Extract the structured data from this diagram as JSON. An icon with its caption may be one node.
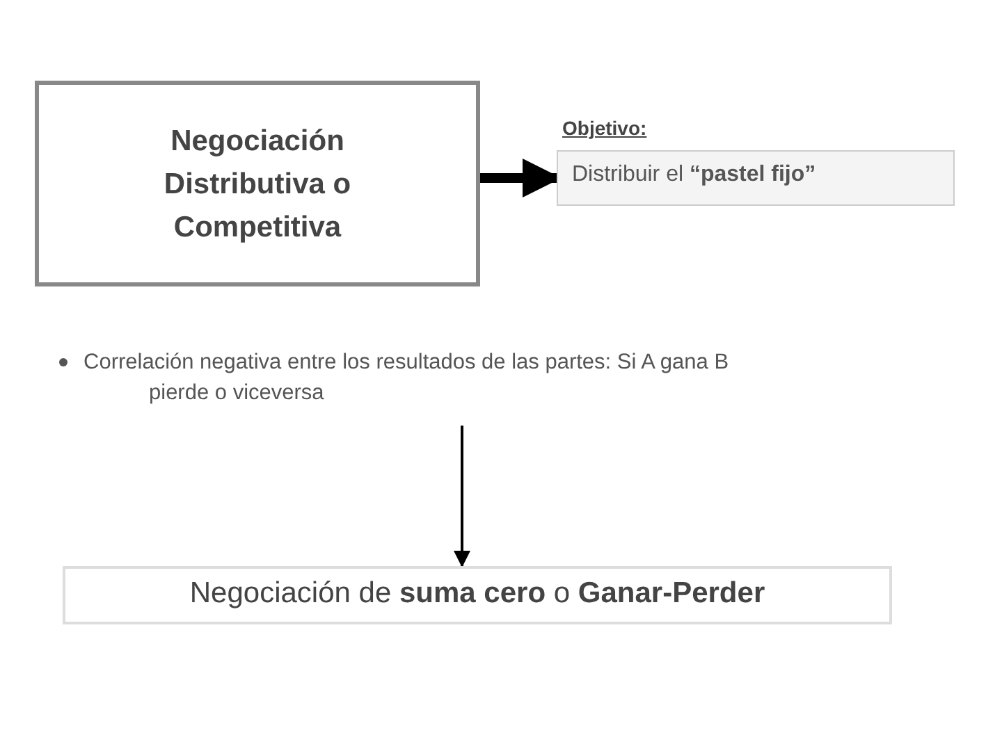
{
  "diagram": {
    "nodes": [
      {
        "text": [
          "Negociación Distributiva o Competitiva"
        ]
      },
      {
        "text": [
          "Objetivo:",
          "Distribuir el **“pastel fijo”**"
        ]
      },
      {
        "text": [
          "Correlación negativa entre los resultados de las partes: Si A gana B pierde o viceversa"
        ]
      },
      {
        "text": [
          "Negociación de **suma cero** o **Ganar-Perder**"
        ]
      }
    ],
    "edges": [
      {
        "from": 0,
        "to": 1,
        "arrow": "to",
        "style": "thick"
      },
      {
        "from": 2,
        "to": 3,
        "arrow": "to"
      }
    ]
  }
}
